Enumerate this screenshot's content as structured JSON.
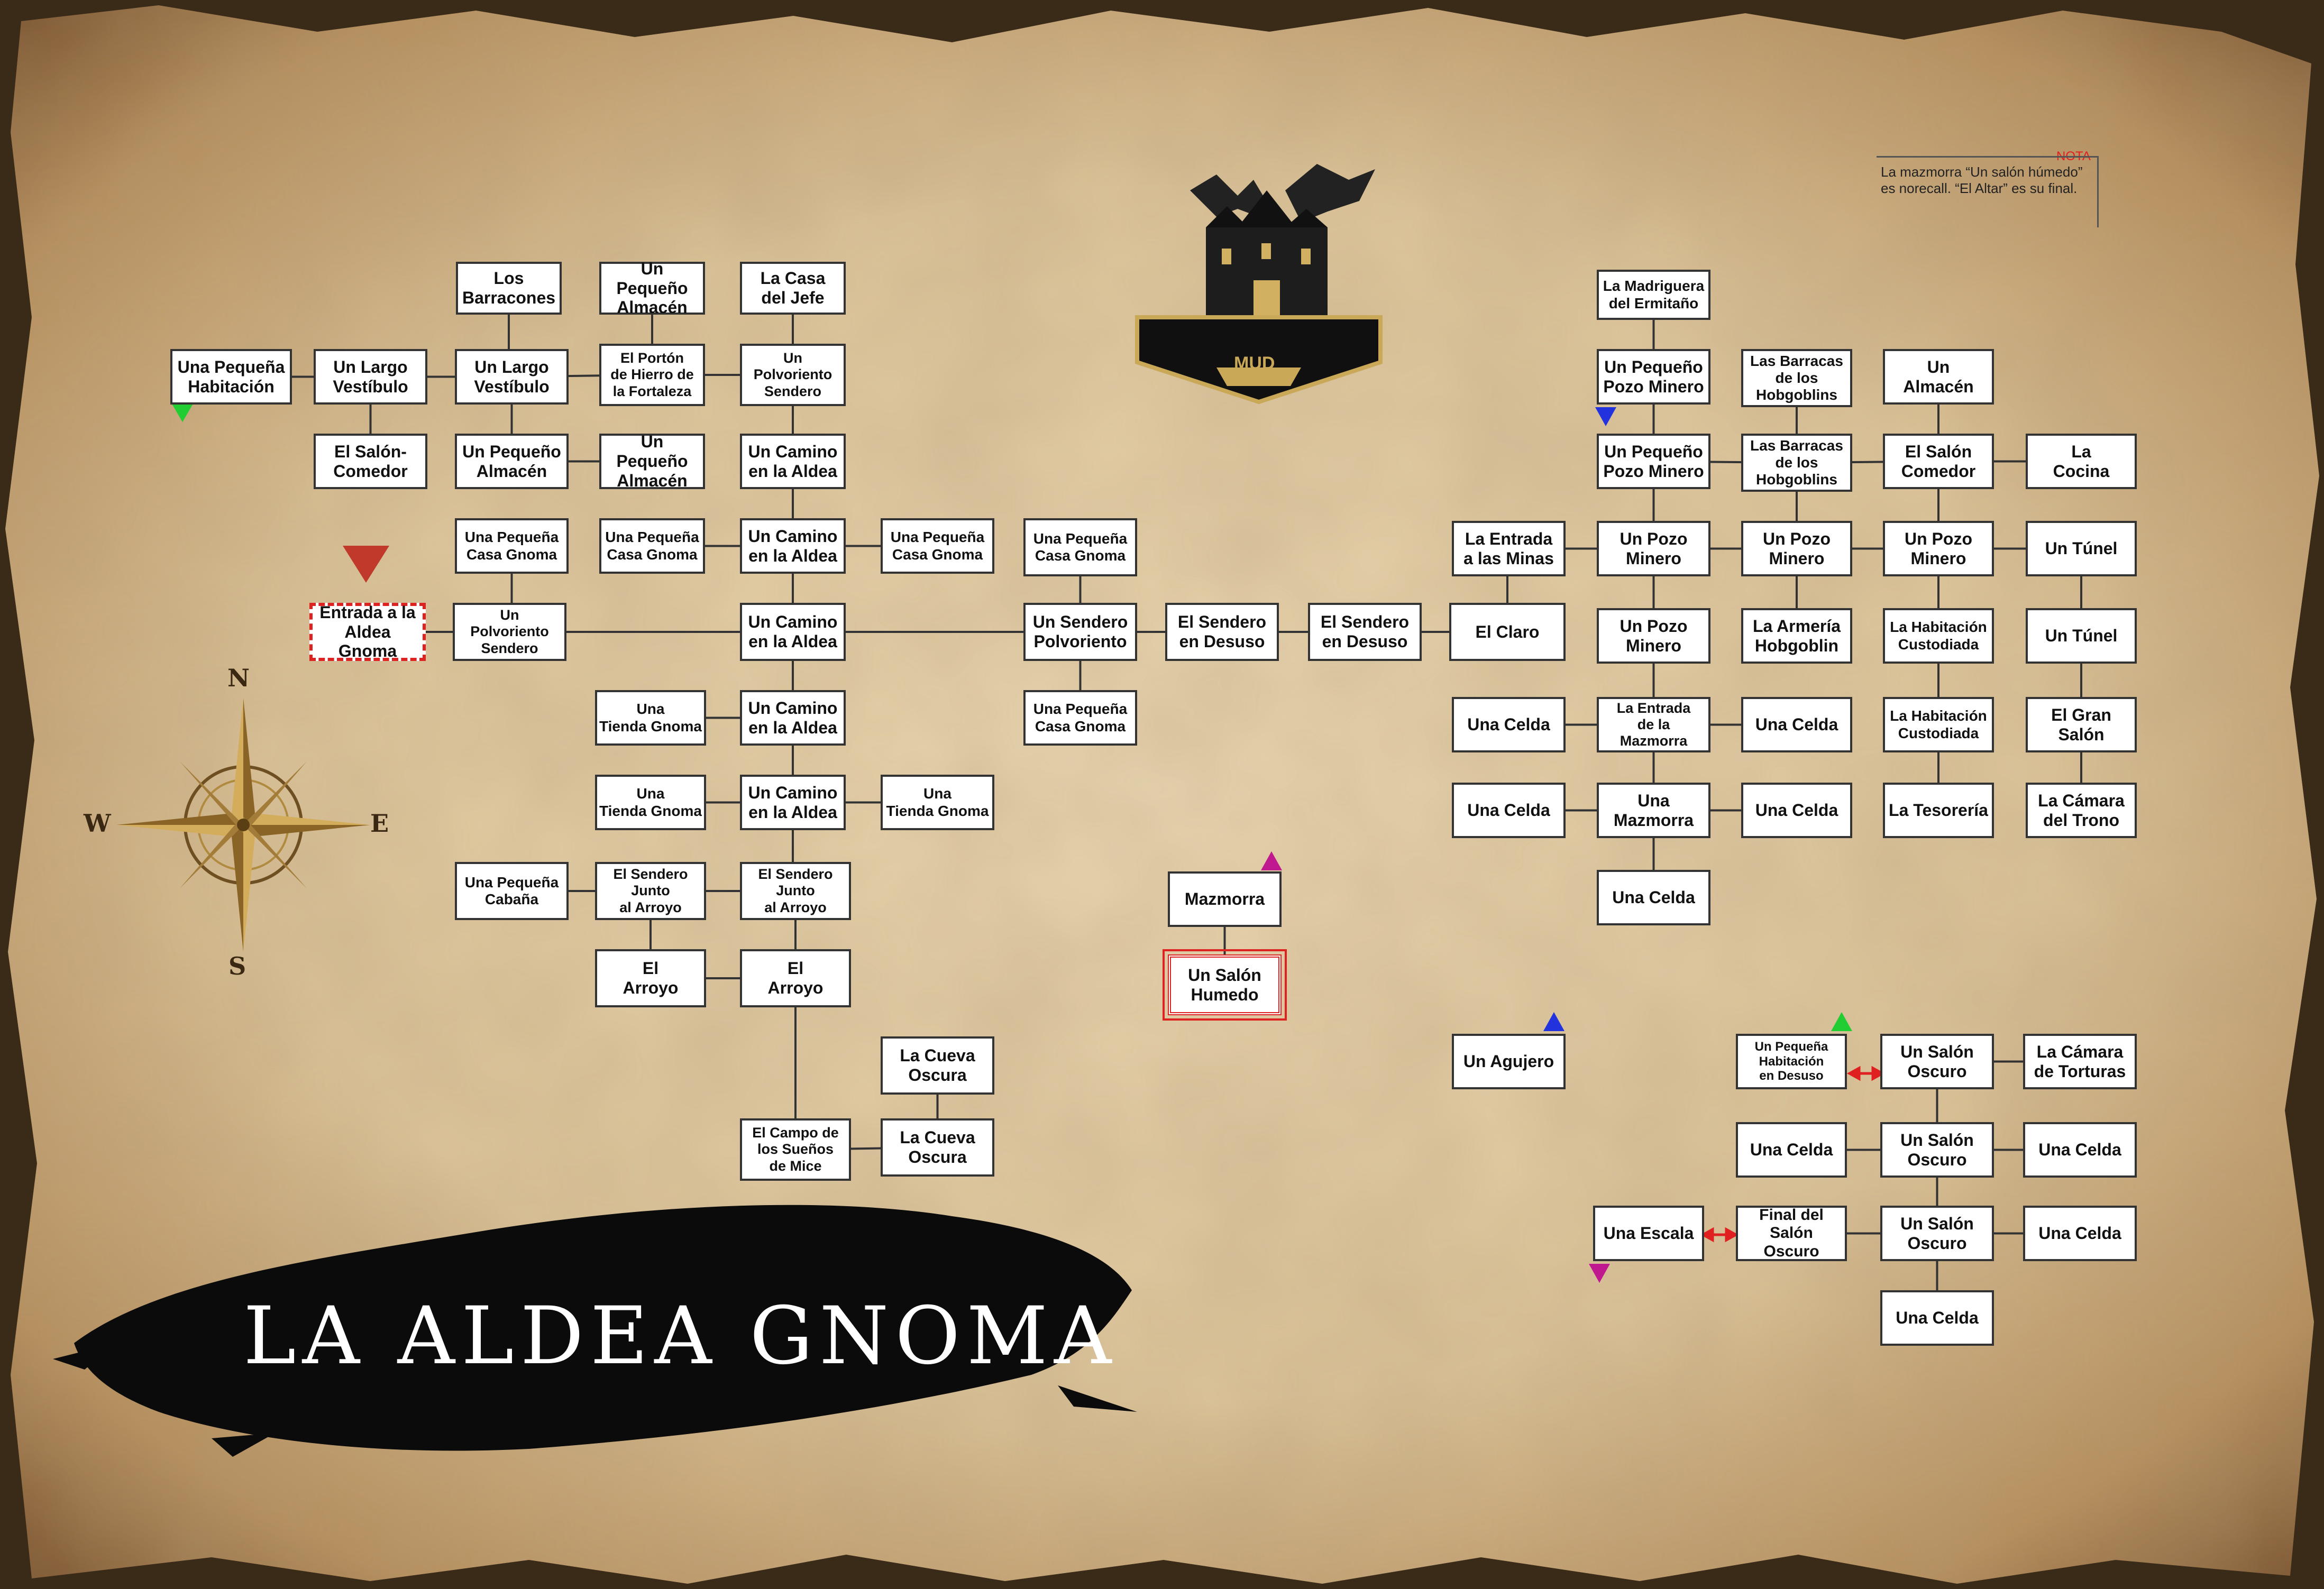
{
  "title": "LA ALDEA GNOMA",
  "note": {
    "tag": "NOTA",
    "text": "La mazmorra “Un salón húmedo” es norecall. “El Altar” es su final."
  },
  "logo": {
    "text": "MUD",
    "icon": "castle-dragon-logo-icon"
  },
  "compass": {
    "n": "N",
    "s": "S",
    "e": "E",
    "w": "W"
  },
  "colors": {
    "entry_border": "#dd2222",
    "marker_red": "#c0392b",
    "marker_green": "#22cc33",
    "marker_blue": "#2233dd",
    "marker_magenta": "#c0188f"
  },
  "rooms": [
    {
      "id": "barracones",
      "label": "Los\nBarracones"
    },
    {
      "id": "almacen_top",
      "label": "Un Pequeño\nAlmacén"
    },
    {
      "id": "casa_jefe",
      "label": "La Casa\ndel Jefe"
    },
    {
      "id": "peq_habitacion",
      "label": "Una Pequeña\nHabitación"
    },
    {
      "id": "largo_vest_1",
      "label": "Un Largo\nVestíbulo"
    },
    {
      "id": "largo_vest_2",
      "label": "Un Largo\nVestíbulo"
    },
    {
      "id": "porton",
      "label": "El Portón\nde Hierro de\nla Fortaleza"
    },
    {
      "id": "polvoriento_top",
      "label": "Un\nPolvoriento\nSendero"
    },
    {
      "id": "salon_comedor_w",
      "label": "El Salón-\nComedor"
    },
    {
      "id": "almacen_mid1",
      "label": "Un Pequeño\nAlmacén"
    },
    {
      "id": "almacen_mid2",
      "label": "Un Pequeño\nAlmacén"
    },
    {
      "id": "camino_1",
      "label": "Un Camino\nen la Aldea"
    },
    {
      "id": "casa_gnoma_1",
      "label": "Una Pequeña\nCasa Gnoma"
    },
    {
      "id": "casa_gnoma_2",
      "label": "Una Pequeña\nCasa Gnoma"
    },
    {
      "id": "camino_2",
      "label": "Un Camino\nen la Aldea"
    },
    {
      "id": "casa_gnoma_3",
      "label": "Una Pequeña\nCasa Gnoma"
    },
    {
      "id": "casa_gnoma_4",
      "label": "Una Pequeña\nCasa Gnoma"
    },
    {
      "id": "entrada",
      "label": "Entrada a la\nAldea Gnoma"
    },
    {
      "id": "polvoriento_mid",
      "label": "Un\nPolvoriento\nSendero"
    },
    {
      "id": "camino_3",
      "label": "Un Camino\nen la Aldea"
    },
    {
      "id": "sendero_polvoriento",
      "label": "Un Sendero\nPolvoriento"
    },
    {
      "id": "desuso_1",
      "label": "El Sendero\nen Desuso"
    },
    {
      "id": "desuso_2",
      "label": "El Sendero\nen Desuso"
    },
    {
      "id": "claro",
      "label": "El Claro"
    },
    {
      "id": "casa_gnoma_5",
      "label": "Una Pequeña\nCasa Gnoma"
    },
    {
      "id": "tienda_1",
      "label": "Una\nTienda Gnoma"
    },
    {
      "id": "camino_4",
      "label": "Un Camino\nen la Aldea"
    },
    {
      "id": "tienda_2",
      "label": "Una\nTienda Gnoma"
    },
    {
      "id": "camino_5",
      "label": "Un Camino\nen la Aldea"
    },
    {
      "id": "tienda_3",
      "label": "Una\nTienda Gnoma"
    },
    {
      "id": "cabana",
      "label": "Una Pequeña\nCabaña"
    },
    {
      "id": "junto_arroyo_1",
      "label": "El Sendero\nJunto\nal Arroyo"
    },
    {
      "id": "junto_arroyo_2",
      "label": "El Sendero\nJunto\nal Arroyo"
    },
    {
      "id": "arroyo_1",
      "label": "El\nArroyo"
    },
    {
      "id": "arroyo_2",
      "label": "El\nArroyo"
    },
    {
      "id": "cueva_1",
      "label": "La Cueva\nOscura"
    },
    {
      "id": "campo_suenos",
      "label": "El Campo de\nlos Sueños\nde Mice"
    },
    {
      "id": "cueva_2",
      "label": "La Cueva\nOscura"
    },
    {
      "id": "mazmorra",
      "label": "Mazmorra"
    },
    {
      "id": "salon_humedo",
      "label": "Un Salón\nHumedo"
    },
    {
      "id": "madriguera",
      "label": "La Madriguera\ndel Ermitaño"
    },
    {
      "id": "pozo_peq_1",
      "label": "Un Pequeño\nPozo Minero"
    },
    {
      "id": "barracas_1",
      "label": "Las Barracas\nde los\nHobgoblins"
    },
    {
      "id": "almacen_e",
      "label": "Un\nAlmacén"
    },
    {
      "id": "pozo_peq_2",
      "label": "Un Pequeño\nPozo Minero"
    },
    {
      "id": "barracas_2",
      "label": "Las Barracas\nde los\nHobgoblins"
    },
    {
      "id": "salon_comedor_e",
      "label": "El Salón\nComedor"
    },
    {
      "id": "cocina",
      "label": "La\nCocina"
    },
    {
      "id": "entrada_minas",
      "label": "La Entrada\na las Minas"
    },
    {
      "id": "pozo_1",
      "label": "Un Pozo\nMinero"
    },
    {
      "id": "pozo_2",
      "label": "Un Pozo\nMinero"
    },
    {
      "id": "pozo_3",
      "label": "Un Pozo\nMinero"
    },
    {
      "id": "tunel_1",
      "label": "Un Túnel"
    },
    {
      "id": "pozo_4",
      "label": "Un Pozo\nMinero"
    },
    {
      "id": "armeria",
      "label": "La Armería\nHobgoblin"
    },
    {
      "id": "custodiada_1",
      "label": "La Habitación\nCustodiada"
    },
    {
      "id": "tunel_2",
      "label": "Un Túnel"
    },
    {
      "id": "celda_1",
      "label": "Una Celda"
    },
    {
      "id": "entrada_mazmorra",
      "label": "La Entrada\nde la\nMazmorra"
    },
    {
      "id": "celda_2",
      "label": "Una Celda"
    },
    {
      "id": "custodiada_2",
      "label": "La Habitación\nCustodiada"
    },
    {
      "id": "gran_salon",
      "label": "El Gran\nSalón"
    },
    {
      "id": "celda_3",
      "label": "Una Celda"
    },
    {
      "id": "una_mazmorra",
      "label": "Una\nMazmorra"
    },
    {
      "id": "celda_4",
      "label": "Una Celda"
    },
    {
      "id": "tesoreria",
      "label": "La Tesorería"
    },
    {
      "id": "camara_trono",
      "label": "La Cámara\ndel Trono"
    },
    {
      "id": "celda_5",
      "label": "Una Celda"
    },
    {
      "id": "agujero",
      "label": "Un Agujero"
    },
    {
      "id": "hab_desuso",
      "label": "Un Pequeña\nHabitación\nen Desuso"
    },
    {
      "id": "salon_oscuro_1",
      "label": "Un Salón\nOscuro"
    },
    {
      "id": "camara_torturas",
      "label": "La Cámara\nde Torturas"
    },
    {
      "id": "celda_6",
      "label": "Una Celda"
    },
    {
      "id": "salon_oscuro_2",
      "label": "Un Salón\nOscuro"
    },
    {
      "id": "celda_7",
      "label": "Una Celda"
    },
    {
      "id": "escala",
      "label": "Una Escala"
    },
    {
      "id": "final_salon",
      "label": "Final del\nSalón Oscuro"
    },
    {
      "id": "salon_oscuro_3",
      "label": "Un Salón\nOscuro"
    },
    {
      "id": "celda_8",
      "label": "Una Celda"
    },
    {
      "id": "celda_9",
      "label": "Una Celda"
    }
  ]
}
